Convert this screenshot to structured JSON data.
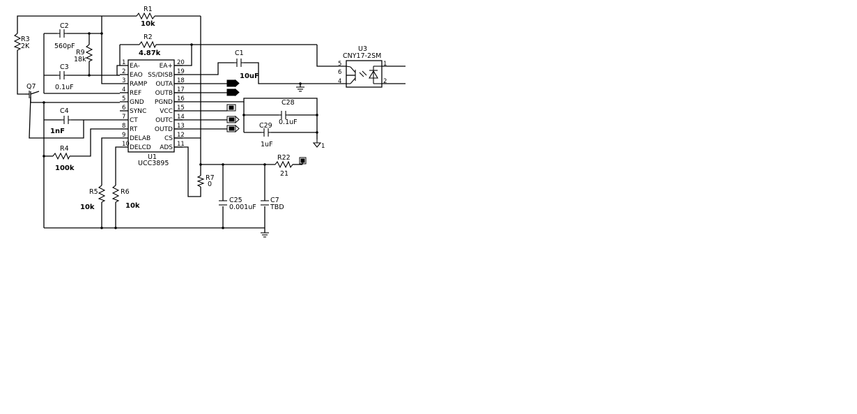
{
  "refs": {
    "r1": "R1",
    "r2": "R2",
    "r3": "R3",
    "r4": "R4",
    "r5": "R5",
    "r6": "R6",
    "r7": "R7",
    "r9": "R9",
    "r22": "R22",
    "c1": "C1",
    "c2": "C2",
    "c3": "C3",
    "c4": "C4",
    "c7": "C7",
    "c25": "C25",
    "c28": "C28",
    "c29": "C29",
    "q7": "Q7",
    "u1": "U1",
    "u3": "U3"
  },
  "values": {
    "r1": "10k",
    "r2": "4.87k",
    "r3": "2K",
    "r4": "100k",
    "r5": "10k",
    "r6": "10k",
    "r7": "0",
    "r9": "18k",
    "r22": "21",
    "c1": "10uF",
    "c2": "560pF",
    "c3": "0.1uF",
    "c4": "1nF",
    "c7": "TBD",
    "c25": "0.001uF",
    "c28": "0.1uF",
    "c29": "1uF"
  },
  "u1": {
    "part": "UCC3895",
    "left_pins": [
      {
        "num": "1",
        "name": "EA-"
      },
      {
        "num": "2",
        "name": "EAO"
      },
      {
        "num": "3",
        "name": "RAMP"
      },
      {
        "num": "4",
        "name": "REF"
      },
      {
        "num": "5",
        "name": "GND"
      },
      {
        "num": "6",
        "name": "SYNC"
      },
      {
        "num": "7",
        "name": "CT"
      },
      {
        "num": "8",
        "name": "RT"
      },
      {
        "num": "9",
        "name": "DELAB"
      },
      {
        "num": "10",
        "name": "DELCD"
      }
    ],
    "right_pins": [
      {
        "num": "20",
        "name": "EA+"
      },
      {
        "num": "19",
        "name": "SS/DISB"
      },
      {
        "num": "18",
        "name": "OUTA"
      },
      {
        "num": "17",
        "name": "OUTB"
      },
      {
        "num": "16",
        "name": "PGND"
      },
      {
        "num": "15",
        "name": "VCC"
      },
      {
        "num": "14",
        "name": "OUTC"
      },
      {
        "num": "13",
        "name": "OUTD"
      },
      {
        "num": "12",
        "name": "CS"
      },
      {
        "num": "11",
        "name": "ADS"
      }
    ]
  },
  "u3": {
    "part": "CNY17-2SM",
    "pins": [
      "5",
      "6",
      "4",
      "1",
      "2"
    ]
  },
  "power_symbols": {
    "vplus": "1"
  }
}
